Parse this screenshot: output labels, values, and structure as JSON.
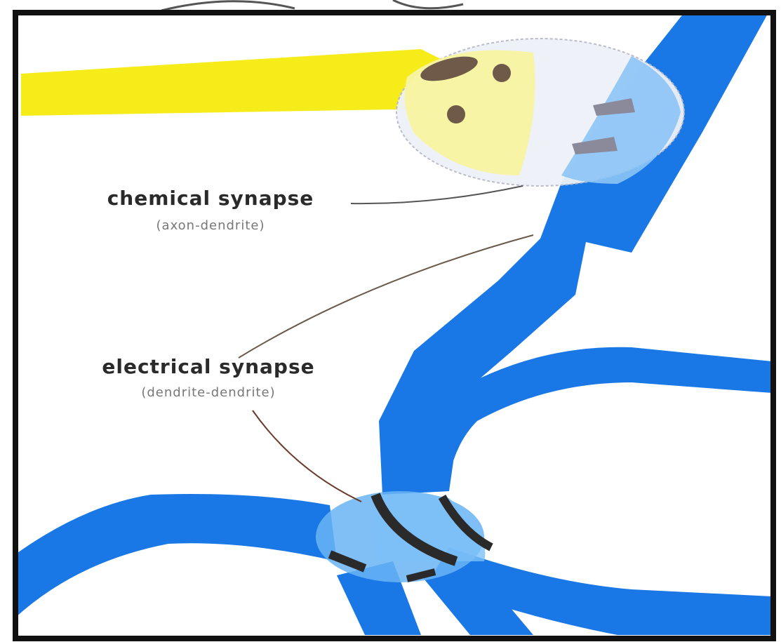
{
  "labels": {
    "chemical_title": "chemical synapse",
    "chemical_sub": "(axon-dendrite)",
    "electrical_title": "electrical synapse",
    "electrical_sub": "(dendrite-dendrite)"
  },
  "colors": {
    "axon": "#f5ec1a",
    "dendrite": "#1a78e6",
    "dendrite_light": "#6ab4f5",
    "frame": "#111111",
    "vesicle": "#6f5a4a",
    "gap_junction": "#2a2a2a"
  }
}
